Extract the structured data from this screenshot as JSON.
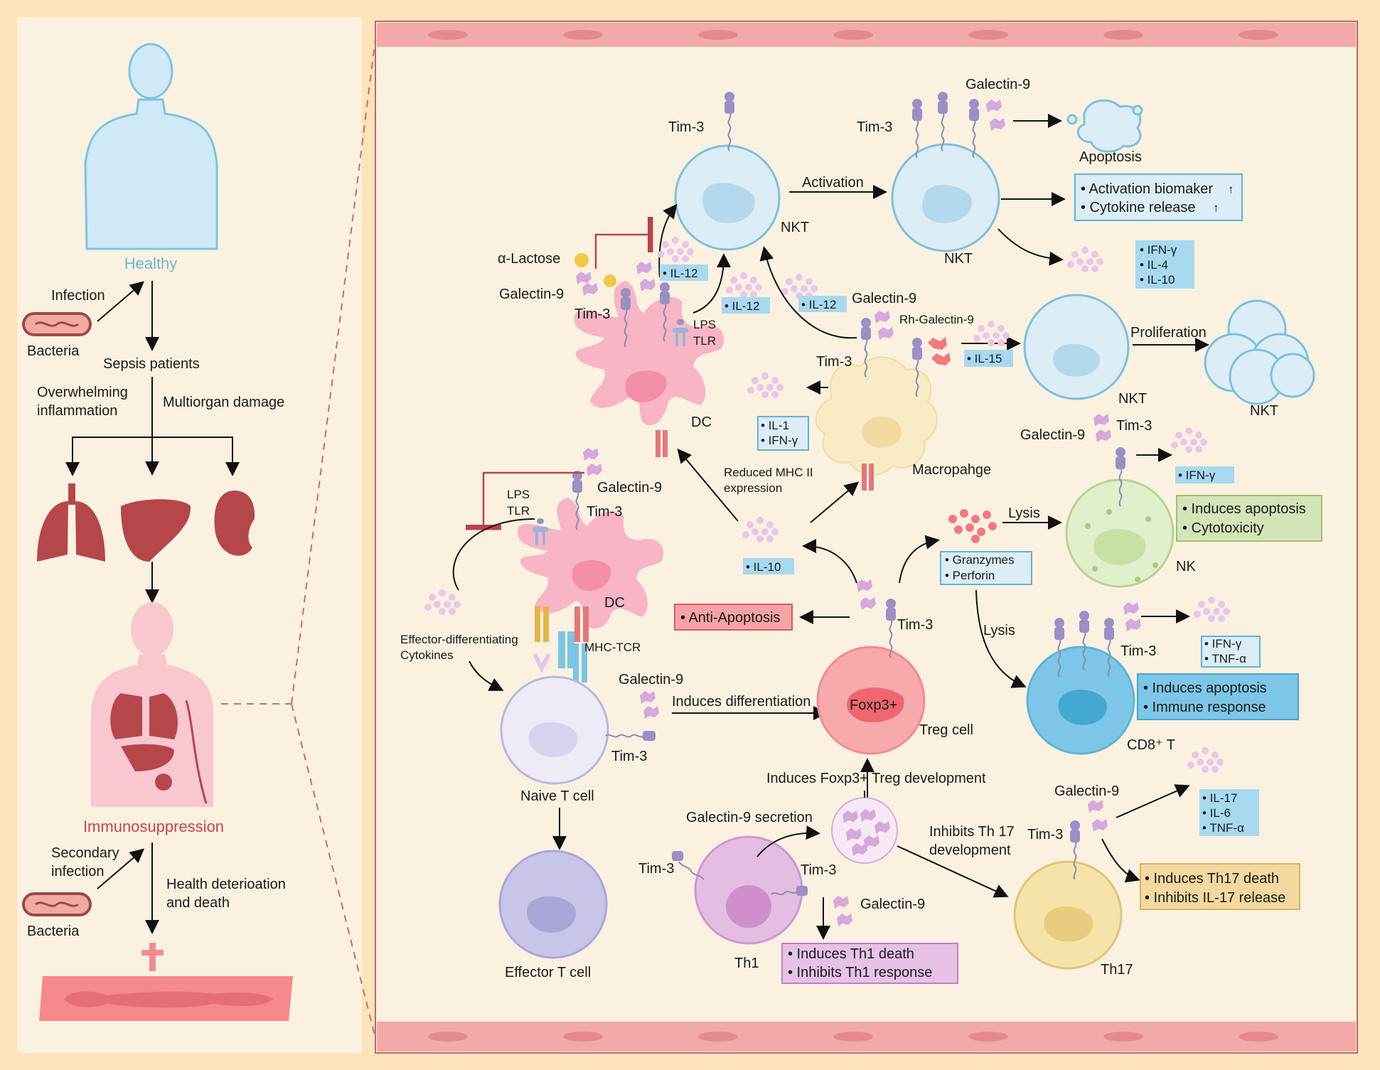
{
  "left": {
    "healthy": "Healthy",
    "infection": "Infection",
    "bacteria1": "Bacteria",
    "sepsis": "Sepsis patients",
    "overwhelming1": "Overwhelming",
    "overwhelming2": "inflammation",
    "multiorgan": "Multiorgan damage",
    "immunosuppression": "Immunosuppression",
    "secondary1": "Secondary",
    "secondary2": "infection",
    "bacteria2": "Bacteria",
    "health1": "Health deterioation",
    "health2": "and death"
  },
  "nkt_top": {
    "tim3": "Tim-3",
    "nkt": "NKT",
    "activation": "Activation",
    "tim3_b": "Tim-3",
    "galectin": "Galectin-9",
    "apoptosis": "Apoptosis",
    "nkt2": "NKT",
    "box1": [
      "• Activation biomaker",
      "• Cytokine release"
    ],
    "box2": [
      "• IFN-γ",
      "• IL-4",
      "• IL-10"
    ]
  },
  "dc_top": {
    "alactose": "α-Lactose",
    "galectin": "Galectin-9",
    "tim3": "Tim-3",
    "lps": "LPS",
    "tlr": "TLR",
    "il12a": "• IL-12",
    "il12b": "• IL-12",
    "il12c": "• IL-12",
    "dc": "DC"
  },
  "macro": {
    "galectin": "Galectin-9",
    "rh": "Rh-Galectin-9",
    "tim3": "Tim-3",
    "il15": "• IL-15",
    "box": [
      "• IL-1",
      "• IFN-γ"
    ],
    "name": "Macropahge",
    "proliferation": "Proliferation",
    "nkt": "NKT",
    "nkt2": "NKT"
  },
  "dc_bottom": {
    "galectin": "Galectin-9",
    "lps": "LPS",
    "tlr": "TLR",
    "tim3": "Tim-3",
    "dc": "DC",
    "reduced1": "Reduced MHC II",
    "reduced2": "expression",
    "il10": "• IL-10",
    "effector1": "Effector-differentiating",
    "effector2": "Cytokines",
    "mhc": "MHC-TCR"
  },
  "nk": {
    "galectin": "Galectin-9",
    "tim3": "Tim-3",
    "ifn": "• IFN-γ",
    "box": [
      "• Induces apoptosis",
      "• Cytotoxicity"
    ],
    "lysis1": "Lysis",
    "nk": "NK",
    "gran": [
      "• Granzymes",
      "• Perforin"
    ],
    "lysis2": "Lysis"
  },
  "treg": {
    "anti": "• Anti-Apoptosis",
    "tim3": "Tim-3",
    "foxp3": "Foxp3+",
    "name": "Treg cell",
    "induces_diff": "Induces differentiation",
    "induces_foxp3": "Induces Foxp3+ Treg development"
  },
  "cd8": {
    "tim3": "Tim-3",
    "box_small": [
      "• IFN-γ",
      "• TNF-α"
    ],
    "box": [
      "• Induces apoptosis",
      "• Immune response"
    ],
    "name": "CD8⁺ T"
  },
  "naive": {
    "galectin": "Galectin-9",
    "tim3": "Tim-3",
    "name": "Naive T cell",
    "effector": "Effector T cell"
  },
  "th1": {
    "secretion": "Galectin-9 secretion",
    "tim3a": "Tim-3",
    "tim3b": "Tim-3",
    "galectin": "Galectin-9",
    "name": "Th1",
    "box": [
      "• Induces Th1 death",
      "• Inhibits Th1 response"
    ]
  },
  "th17": {
    "inhibits1": "Inhibits Th 17",
    "inhibits2": "development",
    "galectin": "Galectin-9",
    "tim3": "Tim-3",
    "cyt": [
      "• IL-17",
      "• IL-6",
      "• TNF-α"
    ],
    "box": [
      "• Induces Th17 death",
      "• Inhibits IL-17 release"
    ],
    "name": "Th17"
  },
  "colors": {
    "background": "#fde3bb",
    "panel": "#fbf1e0",
    "blue_box": "#a9d9ef",
    "green_box": "#d3e5b8",
    "red_box": "#f5a3a5",
    "purple_box": "#e7c2e6",
    "yellow_box": "#f3d9a0"
  }
}
